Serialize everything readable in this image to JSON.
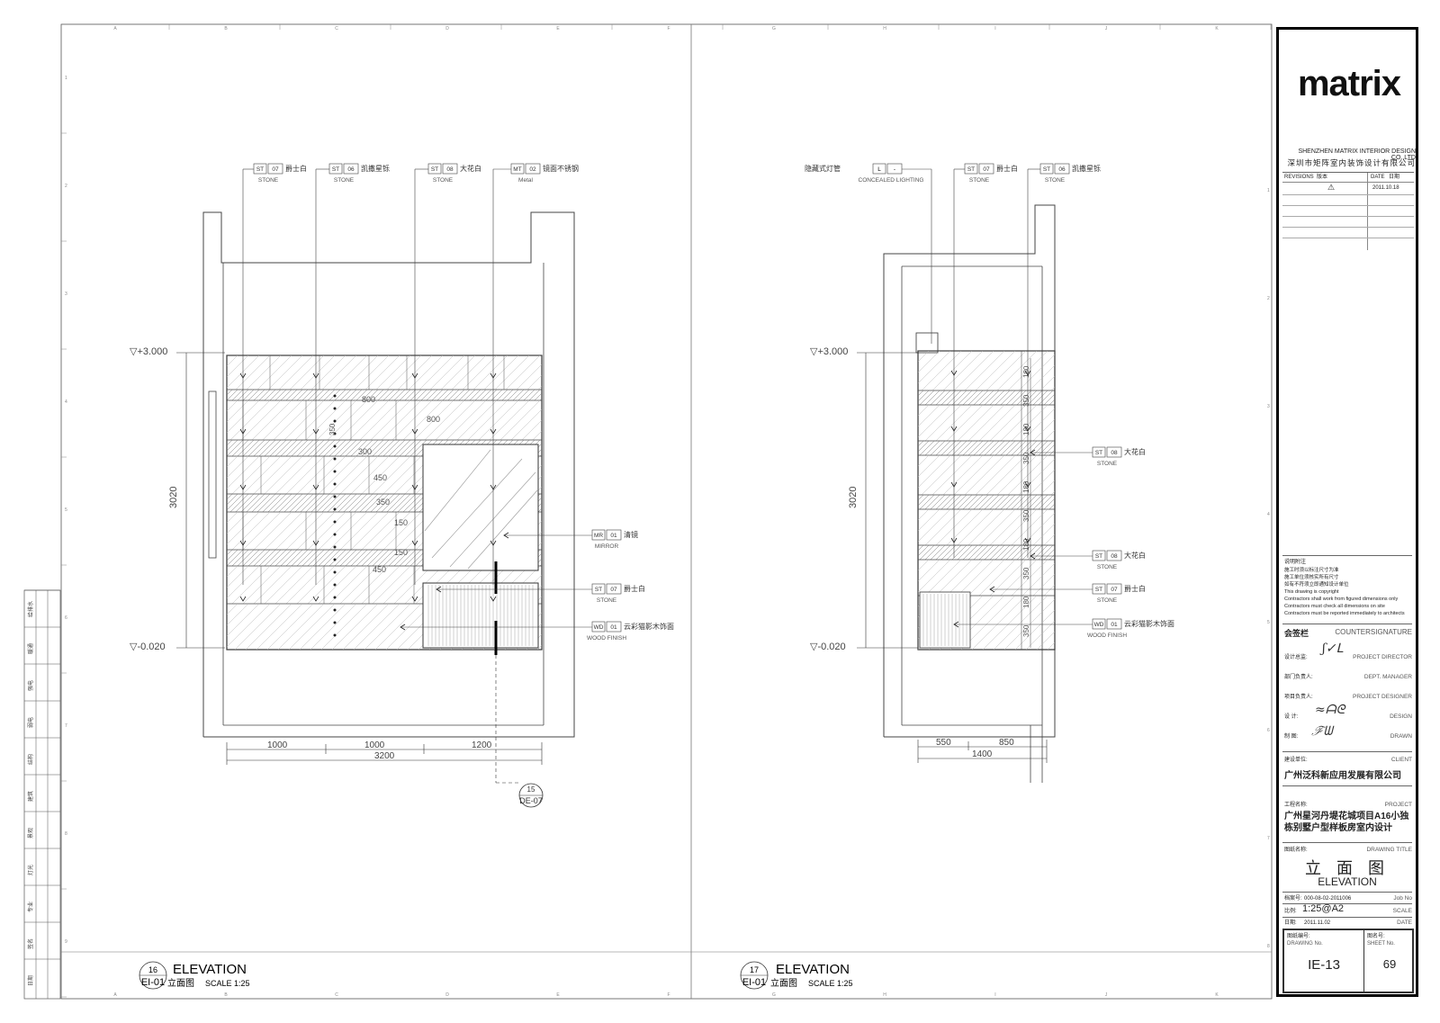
{
  "elevation_left": {
    "tags_top": [
      {
        "code": "ST",
        "num": "07",
        "name": "爵士白",
        "material": "STONE"
      },
      {
        "code": "ST",
        "num": "06",
        "name": "凯撒星铄",
        "material": "STONE"
      },
      {
        "code": "ST",
        "num": "08",
        "name": "大花白",
        "material": "STONE"
      },
      {
        "code": "MT",
        "num": "02",
        "name": "镜面不锈钢",
        "material": "Metal"
      }
    ],
    "tags_right": [
      {
        "code": "MR",
        "num": "01",
        "name": "清镜",
        "material": "MIRROR"
      },
      {
        "code": "ST",
        "num": "07",
        "name": "爵士白",
        "material": "STONE"
      },
      {
        "code": "WD",
        "num": "01",
        "name": "云彩猫影木饰面",
        "material": "WOOD FINISH"
      }
    ],
    "level_top": "▽+3.000",
    "level_bottom": "▽-0.020",
    "height_dim": "3020",
    "dims_bottom": [
      "1000",
      "1000",
      "1200"
    ],
    "dim_total": "3200",
    "inner_dims": [
      "800",
      "800",
      "300",
      "450",
      "350",
      "450",
      "150",
      "350",
      "150"
    ],
    "detail_ref": {
      "num": "15",
      "sheet": "DE-07"
    },
    "caption": {
      "num": "16",
      "sheet": "EI-01",
      "title": "ELEVATION",
      "cn": "立面图",
      "scale": "SCALE  1:25"
    }
  },
  "elevation_right": {
    "tags_top": [
      {
        "code": "L",
        "num": "-",
        "name": "隐藏式灯管",
        "material": "CONCEALED LIGHTING"
      },
      {
        "code": "ST",
        "num": "07",
        "name": "爵士白",
        "material": "STONE"
      },
      {
        "code": "ST",
        "num": "06",
        "name": "凯撒星铄",
        "material": "STONE"
      }
    ],
    "tags_right": [
      {
        "code": "ST",
        "num": "08",
        "name": "大花白",
        "material": "STONE"
      },
      {
        "code": "ST",
        "num": "08",
        "name": "大花白",
        "material": "STONE"
      },
      {
        "code": "ST",
        "num": "07",
        "name": "爵士白",
        "material": "STONE"
      },
      {
        "code": "WD",
        "num": "01",
        "name": "云彩猫影木饰面",
        "material": "WOOD FINISH"
      }
    ],
    "level_top": "▽+3.000",
    "level_bottom": "▽-0.020",
    "height_dim": "3020",
    "dims_bottom": [
      "550",
      "850"
    ],
    "dim_total": "1400",
    "vert_dims": [
      "180",
      "350",
      "180",
      "350",
      "180",
      "350",
      "180",
      "350",
      "180",
      "350"
    ],
    "caption": {
      "num": "17",
      "sheet": "EI-01",
      "title": "ELEVATION",
      "cn": "立面图",
      "scale": "SCALE  1:25"
    }
  },
  "grid_letters_left": [
    "A",
    "B",
    "C",
    "D",
    "E",
    "F"
  ],
  "grid_letters_right": [
    "G",
    "H",
    "I",
    "J",
    "K"
  ],
  "grid_numbers": [
    "1",
    "2",
    "3",
    "4",
    "5",
    "6",
    "7",
    "8",
    "9"
  ],
  "title_block": {
    "logo": "matrix",
    "company_en": "SHENZHEN MATRIX INTERIOR DESIGN CO.,LTD",
    "company_cn": "深圳市矩阵室内装饰设计有限公司",
    "rev_headers": [
      "REVISIONS",
      "版本",
      "DATE",
      "日期"
    ],
    "rev_mark": "⚠",
    "rev_date": "2011.10.18",
    "notes_title": "说明附注",
    "notes": [
      "施工时须以标注尺寸为准",
      "施工单位须核实所有尺寸",
      "如有不符须立即通知设计单位",
      "This drawing is copyright",
      "Contractors shall work from figured dimensions only",
      "Contractors must check all dimensions on site",
      "Contractors must be reported immediately to architects"
    ],
    "countersign_cn": "会签栏",
    "countersign_en": "COUNTERSIGNATURE",
    "roles": [
      {
        "cn": "设计总监:",
        "en": "PROJECT DIRECTOR"
      },
      {
        "cn": "部门负责人:",
        "en": "DEPT. MANAGER"
      },
      {
        "cn": "项目负责人:",
        "en": "PROJECT DESIGNER"
      },
      {
        "cn": "设    计:",
        "en": "DESIGN"
      },
      {
        "cn": "制    图:",
        "en": "DRAWN"
      }
    ],
    "client_label": "建设单位:",
    "client_en": "CLIENT",
    "client": "广州泛科新应用发展有限公司",
    "project_label": "工程名称:",
    "project_en": "PROJECT",
    "project": "广州星河丹堤花城项目A16小独栋别墅户型样板房室内设计",
    "title_label": "图纸名称:",
    "title_en_label": "DRAWING TITLE",
    "drawing_title_cn": "立 面 图",
    "drawing_title_en": "ELEVATION",
    "job_label": "档案号:",
    "job_no": "000-08-02-2011006",
    "job_en": "Job No",
    "scale_label": "比例:",
    "scale": "1:25@A2",
    "scale_en": "SCALE",
    "date_label": "日期:",
    "date": "2011.11.02",
    "date_en": "DATE",
    "dwg_label": "图纸编号:",
    "dwg_en": "DRAWING No.",
    "dwg_no": "IE-13",
    "sheet_label": "图名号:",
    "sheet_en": "SHEET No.",
    "sheet_no": "69"
  },
  "left_strip": [
    "给排水",
    "暖通",
    "强电",
    "弱电",
    "结构",
    "建筑",
    "景观",
    "灯光",
    "专业",
    "签名",
    "日期"
  ]
}
